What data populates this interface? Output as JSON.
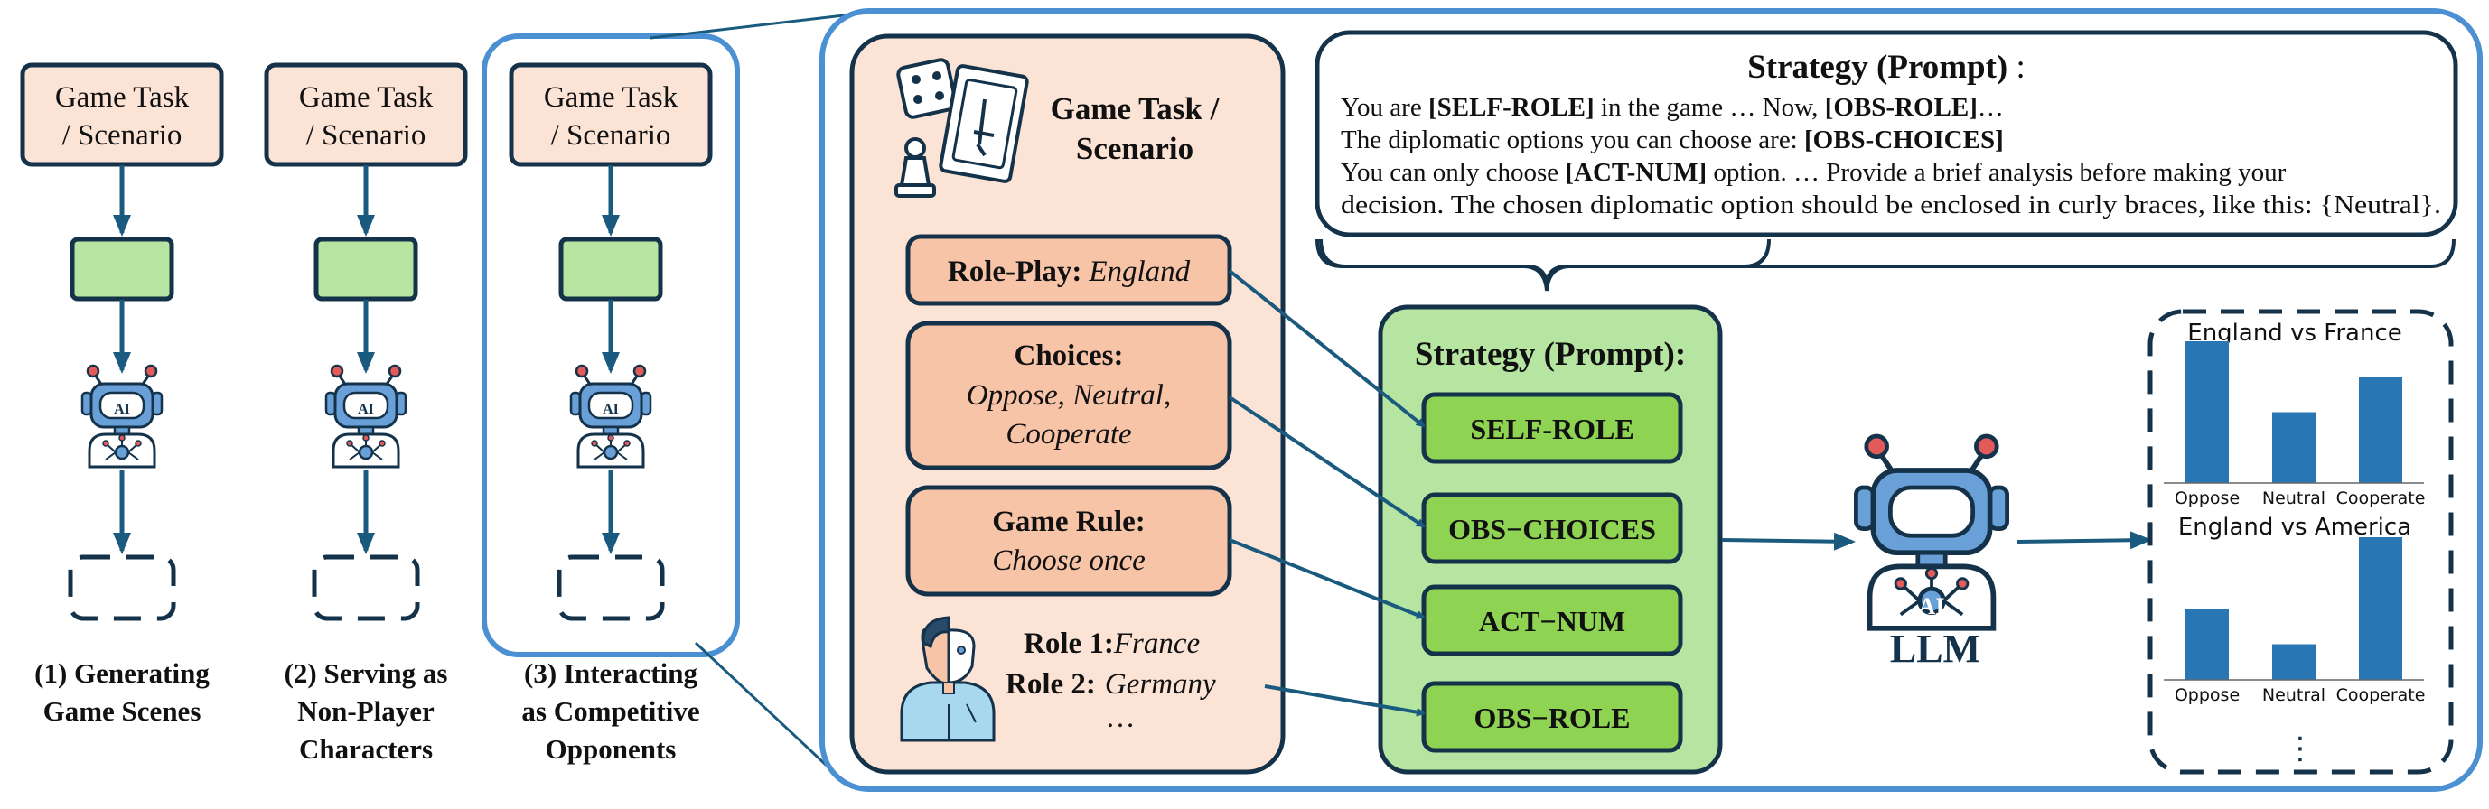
{
  "colors": {
    "navy": "#143249",
    "arrow": "#1a5a7e",
    "peach": "#fbe3d6",
    "peach_box": "#f7c4a8",
    "green_light": "#b5e5a0",
    "green_dark": "#8fd352",
    "frame_blue": "#4a90d2",
    "bar": "#2976b4"
  },
  "panels": [
    {
      "scenario_label": "Game Task\n/ Scenario",
      "caption": "(1) Generating\nGame Scenes"
    },
    {
      "scenario_label": "Game Task\n/ Scenario",
      "caption": "(2) Serving as\nNon-Player\nCharacters"
    },
    {
      "scenario_label": "Game Task\n/ Scenario",
      "caption": "(3) Interacting\nas Competitive\nOpponents"
    }
  ],
  "ai_badge": "AI",
  "detail": {
    "game_task_title": "Game Task /\nScenario",
    "role_play_label": "Role-Play:",
    "role_play_value": "England",
    "choices_label": "Choices:",
    "choices_value": "Oppose, Neutral,\nCooperate",
    "game_rule_label": "Game Rule:",
    "game_rule_value": "Choose once",
    "role1_label": "Role 1:",
    "role1_value": "France",
    "role2_label": "Role 2:",
    "role2_value": "Germany",
    "roles_more": "…"
  },
  "prompt_box": {
    "title": "Strategy (Prompt)",
    "title_suffix": " :",
    "line1_a": "You are ",
    "line1_b": "[SELF-ROLE]",
    "line1_c": " in the game …  Now, ",
    "line1_d": "[OBS-ROLE]",
    "line1_e": "…",
    "line2_a": "The diplomatic options you can choose are: ",
    "line2_b": "[OBS-CHOICES]",
    "line3_a": "You can only choose ",
    "line3_b": "[ACT-NUM]",
    "line3_c": " option. … Provide a brief analysis before making your",
    "line4": "decision. The chosen diplomatic option should be enclosed in curly braces, like this: {Neutral}."
  },
  "strategy": {
    "title": "Strategy (Prompt):",
    "slots": [
      "SELF-ROLE",
      "OBS−CHOICES",
      "ACT−NUM",
      "OBS−ROLE"
    ]
  },
  "llm_label": "LLM",
  "chart_data": [
    {
      "type": "bar",
      "title": "England vs France",
      "categories": [
        "Oppose",
        "Neutral",
        "Cooperate"
      ],
      "values": [
        1.0,
        0.5,
        0.75
      ],
      "ylim": [
        0,
        1.0
      ],
      "xlabel": "",
      "ylabel": ""
    },
    {
      "type": "bar",
      "title": "England vs America",
      "categories": [
        "Oppose",
        "Neutral",
        "Cooperate"
      ],
      "values": [
        0.5,
        0.25,
        1.0
      ],
      "ylim": [
        0,
        1.0
      ],
      "xlabel": "",
      "ylabel": ""
    }
  ],
  "charts_more": "⋮"
}
